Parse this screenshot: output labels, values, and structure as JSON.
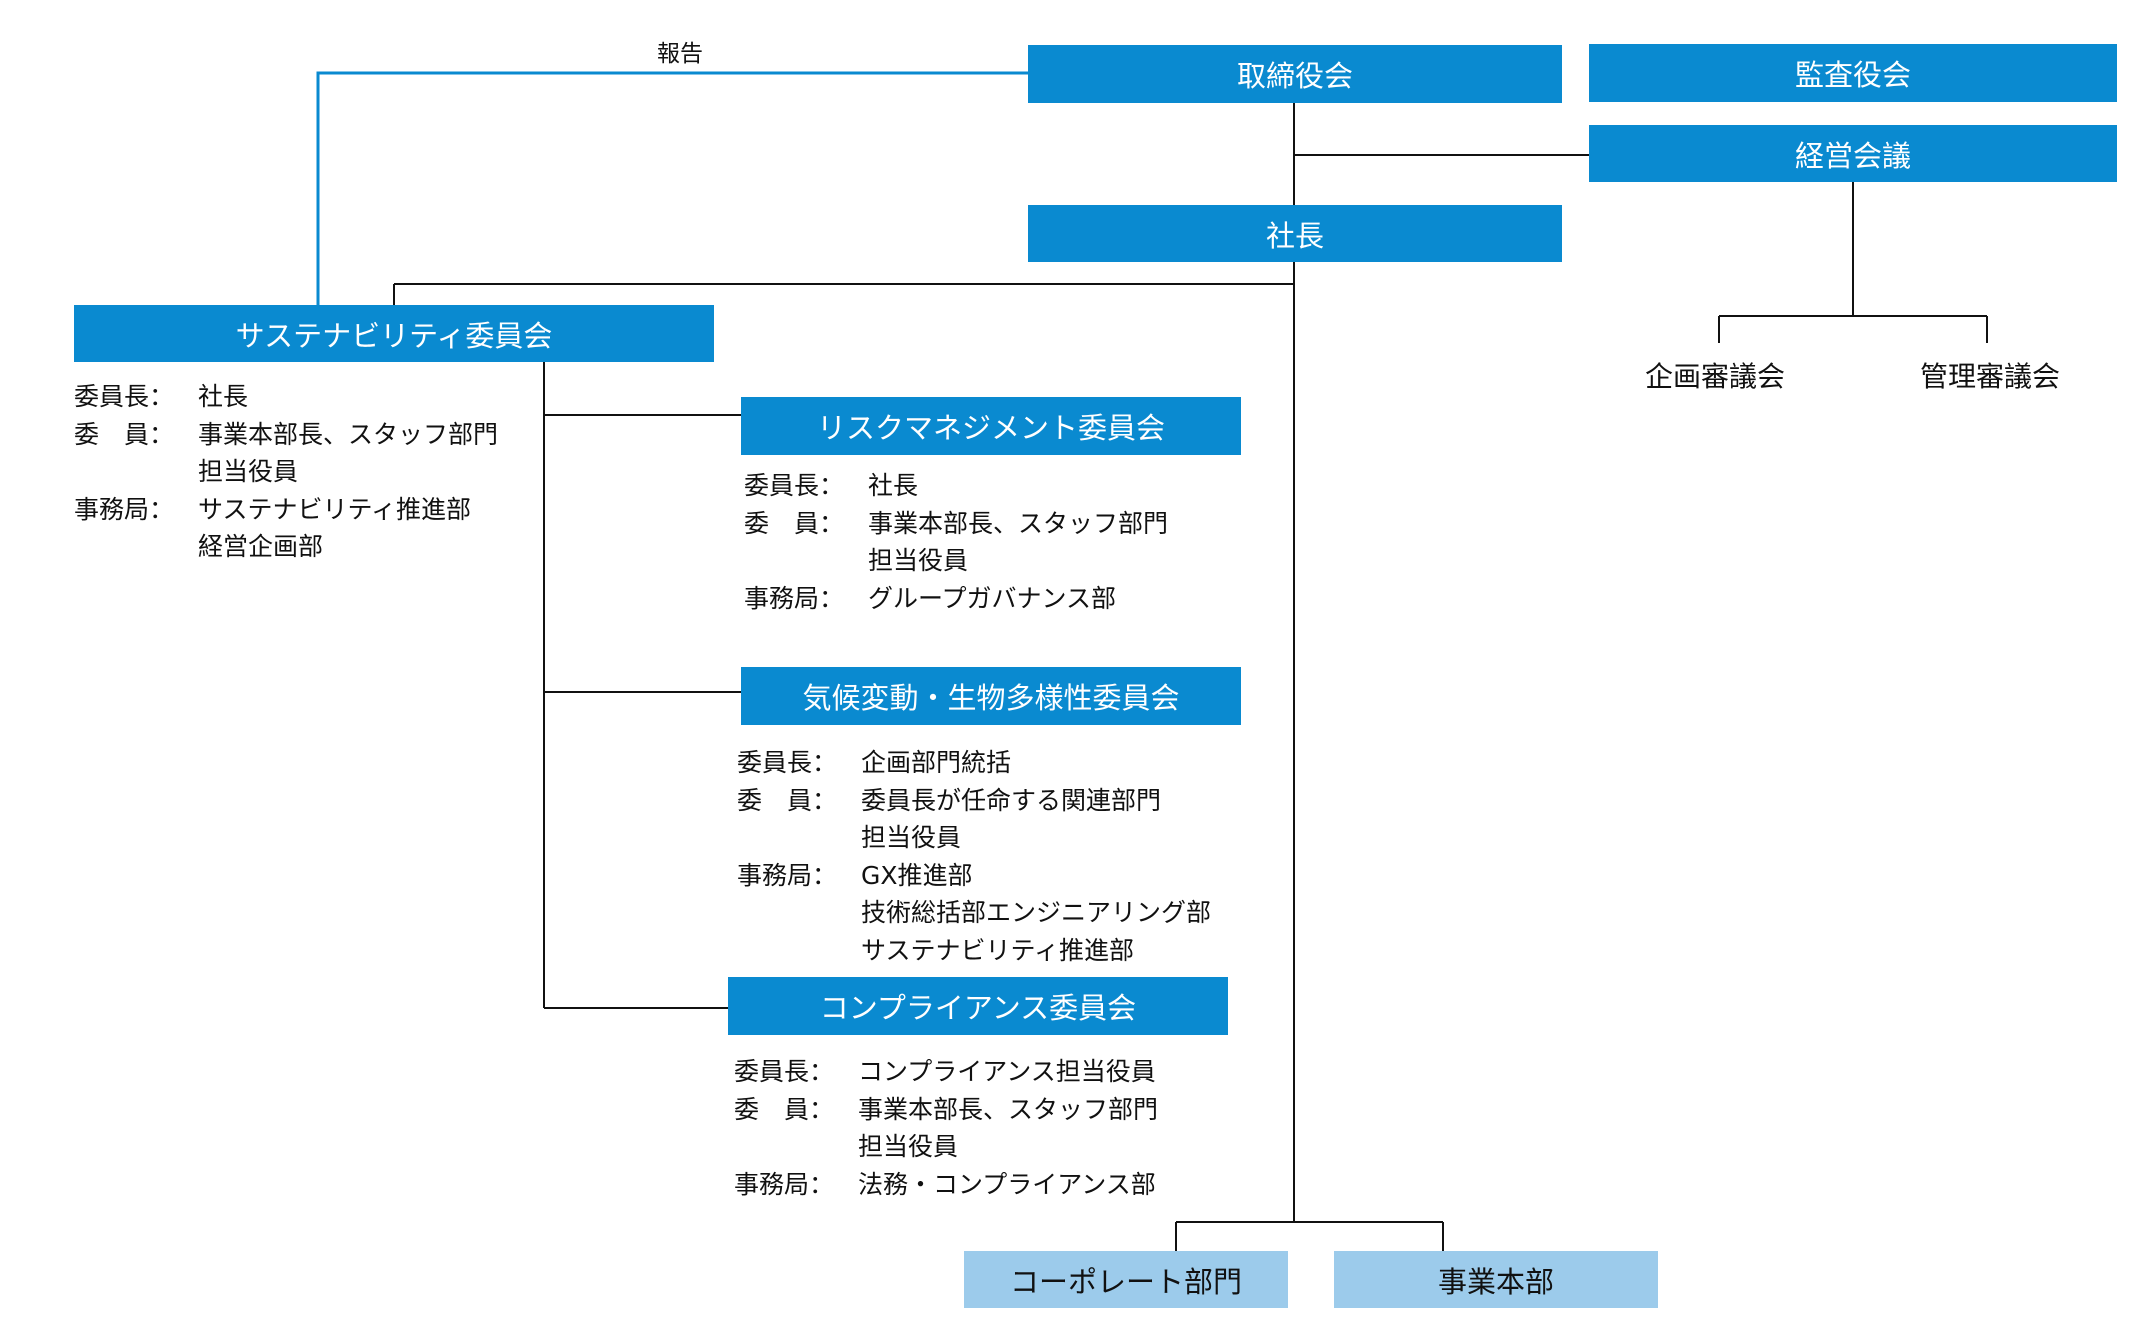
{
  "report_label": "報告",
  "board": "取締役会",
  "audit": "監査役会",
  "mgmt_meeting": "経営会議",
  "president": "社長",
  "planning_council": "企画審議会",
  "admin_council": "管理審議会",
  "corporate_div": "コーポレート部門",
  "business_div": "事業本部",
  "committees": [
    {
      "name": "サステナビリティ委員会",
      "rows": [
        {
          "label": "委員長：",
          "values": [
            "社長"
          ]
        },
        {
          "label": "委　員：",
          "values": [
            "事業本部長、スタッフ部門",
            "担当役員"
          ]
        },
        {
          "label": "事務局：",
          "values": [
            "サステナビリティ推進部",
            "経営企画部"
          ]
        }
      ]
    },
    {
      "name": "リスクマネジメント委員会",
      "rows": [
        {
          "label": "委員長：",
          "values": [
            "社長"
          ]
        },
        {
          "label": "委　員：",
          "values": [
            "事業本部長、スタッフ部門",
            "担当役員"
          ]
        },
        {
          "label": "事務局：",
          "values": [
            "グループガバナンス部"
          ]
        }
      ]
    },
    {
      "name": "気候変動・生物多様性委員会",
      "rows": [
        {
          "label": "委員長：",
          "values": [
            "企画部門統括"
          ]
        },
        {
          "label": "委　員：",
          "values": [
            "委員長が任命する関連部門",
            "担当役員"
          ]
        },
        {
          "label": "事務局：",
          "values": [
            "GX推進部",
            "技術総括部エンジニアリング部",
            "サステナビリティ推進部"
          ]
        }
      ]
    },
    {
      "name": "コンプライアンス委員会",
      "rows": [
        {
          "label": "委員長：",
          "values": [
            "コンプライアンス担当役員"
          ]
        },
        {
          "label": "委　員：",
          "values": [
            "事業本部長、スタッフ部門",
            "担当役員"
          ]
        },
        {
          "label": "事務局：",
          "values": [
            "法務・コンプライアンス部"
          ]
        }
      ]
    }
  ],
  "colors": {
    "box": "#0a8ad0",
    "box_light": "#9ccbeb",
    "line": "#111111",
    "arrow": "#0a8ad0"
  }
}
